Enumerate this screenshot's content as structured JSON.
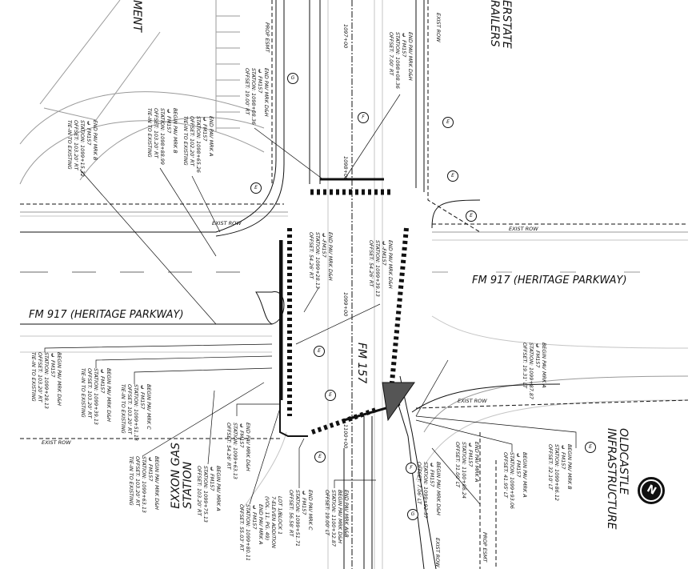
{
  "roads": {
    "fm917_west": "FM 917 (HERITAGE PARKWAY)",
    "fm917_east": "FM 917 (HERITAGE PARKWAY)",
    "fm157": "FM 157"
  },
  "properties": {
    "exxon": [
      "EXXON GAS",
      "STATION"
    ],
    "oldcastle": [
      "OLDCASTLE",
      "INFRASTRUCTURE"
    ],
    "interstate": [
      "ERSTATE",
      "RAILERS"
    ],
    "top_left": "MENT",
    "lot": [
      "LOT 1/BLOCK 1",
      "7-ELEVEN ADDITION",
      "(VOL. 11, PG. 49)"
    ]
  },
  "line_labels": {
    "exist_row": "EXIST ROW",
    "prop_esmt": "PROP ESMT"
  },
  "stations": [
    "1097+00",
    "1098+00",
    "1099+00",
    "1100+00"
  ],
  "callouts": [
    [
      "END PAV MRK B",
      "℄ FM157",
      "STATION: 1099+15.32",
      "OFFSET: 103.20' RT",
      "TIE-IN TO EXISTING"
    ],
    [
      "BEGIN PAV MRK B",
      "℄ FM157",
      "STATION: 1098+88.99",
      "OFFSET: 103.20' RT",
      "TIE-IN TO EXISTING"
    ],
    [
      "END PAV MRK A",
      "℄ FM157",
      "STATION: 1098+65.26",
      "OFFSET: 102.20' RT",
      "TIE-IN TO EXISTING"
    ],
    [
      "END PAV MRK D&H",
      "℄ FM157",
      "STATION: 1098+08.36",
      "OFFSET: 19.00' RT"
    ],
    [
      "END PAV MRK D&H",
      "℄ FM157",
      "STATION: 1098+08.36",
      "OFFSET: 7.00' RT"
    ],
    [
      "END PAV MRK D&H",
      "℄-FM157",
      "STATION: 1099+28.13",
      "OFFSET: 54.26' RT"
    ],
    [
      "END PAV MRK D&H",
      "℄-FM157",
      "STATION: 1099+39.13",
      "OFFSET: 54.26' RT"
    ],
    [
      "BEGIN PAV MRK D&H",
      "℄ FM157",
      "STATION: 1099+28.13",
      "OFFSET: 103.20' RT",
      "TIE-IN TO EXISTING"
    ],
    [
      "BEGIN PAV MRK D&H",
      "℄ FM157",
      "STATION: 1099+39.13",
      "OFFSET: 103.20' RT",
      "TIE-IN TO EXISTING"
    ],
    [
      "BEGIN PAV MRK C",
      "℄ FM157",
      "STATION: 1099+51.13",
      "OFFSET: 103.20' RT",
      "TIE-IN TO EXISTING"
    ],
    [
      "BEGIN PAV MRK D&H",
      "℄ FM157",
      "STATION: 1099+63.13",
      "OFFSET: 103.20' RT",
      "TIE-IN TO EXISTING"
    ],
    [
      "BEGIN PAV MRK A",
      "℄ FM157",
      "STATION: 1099+75.13",
      "OFFSET: 103.20' RT"
    ],
    [
      "END PAV MRK D&H",
      "℄ FM157",
      "STATION: 1099+63.13",
      "OFFSET: 54.26' RT"
    ],
    [
      "END PAV MRK A",
      "℄ FM157",
      "STATION: 1099+80.11",
      "OFFSET: 55.03' RT"
    ],
    [
      "END PAV MRK C",
      "℄ FM157",
      "STATION: 1099+51.71",
      "OFFSET: 56.58' RT"
    ],
    [
      "END PAV MRK A&B",
      "BEGIN PAV MRK D&H",
      "STATION: 1100+32.87",
      "OFFSET: 19.00' LT"
    ],
    [
      "BEGIN PAV MRK D&H",
      "℄ FM157",
      "STATION: 1099+92.57",
      "OFFSET: 7.06' LT"
    ],
    [
      "END PAV MRK A",
      "℄ FM157",
      "STATION: 1100+86.24",
      "OFFSET: 31.00' LT"
    ],
    [
      "BEGIN PAV MRK A",
      "℄ FM157",
      "STATION: 1099+93.06",
      "OFFSET: 41.95' LT"
    ],
    [
      "BEGIN PAV MRK B",
      "℄ FM157",
      "STATION: 1099+86.12",
      "OFFSET: 32.10' LT"
    ],
    [
      "BEGIN PAV MRK A",
      "℄ FM157",
      "STATION: 1099+87.87",
      "OFFSET: 19.31' LT"
    ]
  ],
  "markers": [
    "G",
    "F",
    "E",
    "E",
    "E",
    "E",
    "E",
    "E",
    "E",
    "F",
    "G",
    "E"
  ],
  "north_arrow": "N",
  "colors": {
    "ink": "#111111",
    "gray": "#9a9a9a",
    "light": "#c4c4c4"
  }
}
